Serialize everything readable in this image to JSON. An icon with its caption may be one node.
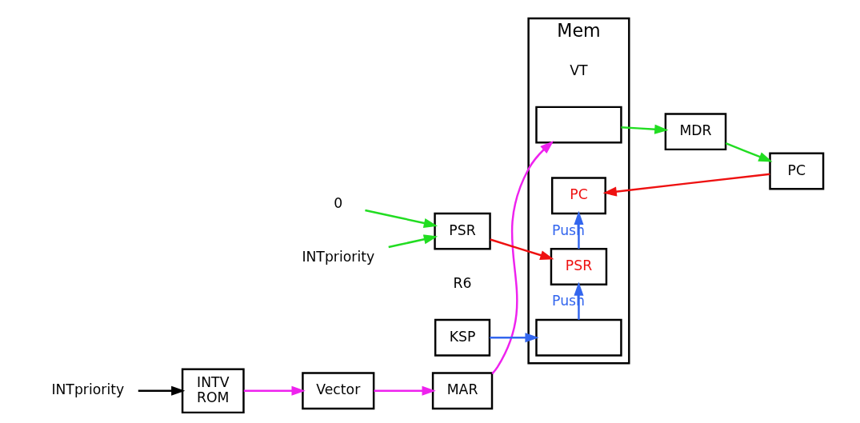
{
  "diagram": {
    "nodes": [
      {
        "text": [
          "INTV",
          "ROM"
        ]
      },
      {
        "text": [
          "INTpriority"
        ]
      },
      {
        "text": [
          "Vector"
        ]
      },
      {
        "text": [
          "MAR"
        ]
      },
      {
        "text": [
          "Mem"
        ],
        "beside": [
          "VT"
        ]
      },
      {
        "text": [],
        "shape": "box",
        "in": 4
      },
      {
        "text": [
          "PC"
        ],
        "in": 4
      },
      {
        "text": [
          "PSR"
        ],
        "in": 4
      },
      {
        "text": [],
        "shape": "box",
        "in": 4
      },
      {
        "text": [
          "MDR"
        ]
      },
      {
        "text": [
          "PC"
        ]
      },
      {
        "text": [
          "PSR"
        ]
      },
      {
        "text": [
          "KSP"
        ],
        "beside": [
          "R6"
        ]
      },
      {
        "text": [
          "0"
        ]
      },
      {
        "text": [
          "INTpriority"
        ]
      }
    ],
    "edges": [
      {
        "from": 1,
        "to": 0,
        "arrow": "to",
        "color": "#000000"
      },
      {
        "from": 0,
        "to": 2,
        "arrow": "to",
        "color": "#ee22ee"
      },
      {
        "from": 2,
        "to": 3,
        "arrow": "to",
        "color": "#ee22ee"
      },
      {
        "from": 3,
        "to": 5,
        "arrow": "to",
        "color": "#ee22ee"
      },
      {
        "from": 5,
        "to": 9,
        "arrow": "to",
        "color": "#22dd22"
      },
      {
        "from": 9,
        "to": 10,
        "arrow": "to",
        "color": "#22dd22"
      },
      {
        "from": 10,
        "to": 6,
        "arrow": "to",
        "color": "#ee1111"
      },
      {
        "from": 11,
        "to": 7,
        "arrow": "to",
        "color": "#ee1111"
      },
      {
        "from": 7,
        "to": 6,
        "arrow": "to",
        "label": "Push",
        "color": "#3366ee"
      },
      {
        "from": 8,
        "to": 7,
        "arrow": "to",
        "label": "Push",
        "color": "#3366ee"
      },
      {
        "from": 12,
        "to": 8,
        "arrow": "to",
        "color": "#3366ee"
      },
      {
        "from": 13,
        "to": 11,
        "arrow": "to",
        "color": "#22dd22"
      },
      {
        "from": 14,
        "to": 11,
        "arrow": "to",
        "color": "#22dd22"
      }
    ]
  }
}
